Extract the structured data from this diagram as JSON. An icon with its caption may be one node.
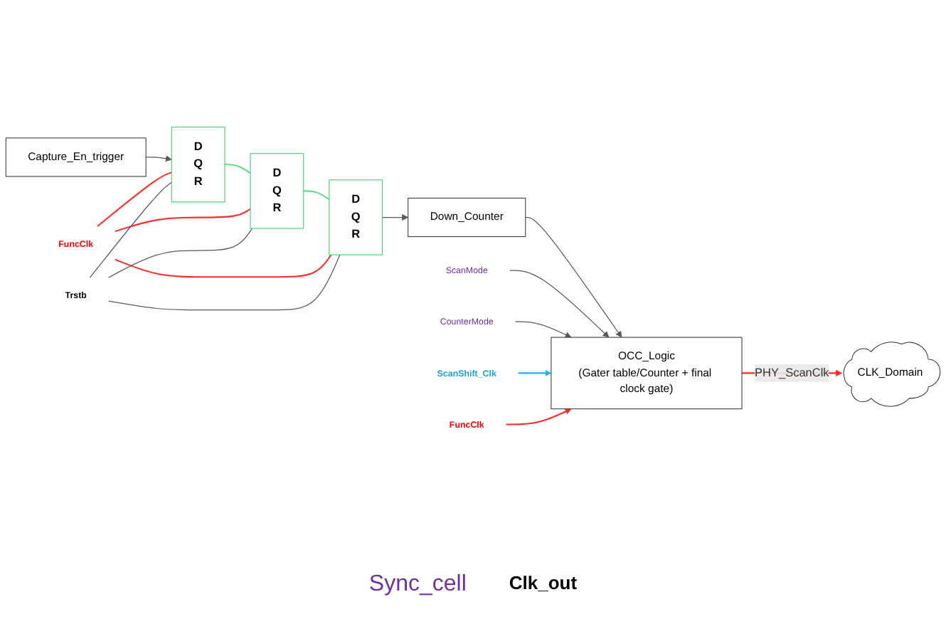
{
  "diagram": {
    "nodes": [
      {
        "text": [
          "Capture_En_trigger"
        ]
      },
      {
        "text": [
          "D",
          "Q",
          "R"
        ]
      },
      {
        "text": [
          "D",
          "Q",
          "R"
        ]
      },
      {
        "text": [
          "D",
          "Q",
          "R"
        ]
      },
      {
        "text": [
          "Down_Counter"
        ]
      },
      {
        "text": [
          "OCC_Logic",
          "(Gater table/Counter + final clock gate)"
        ]
      },
      {
        "text": [
          "CLK_Domain"
        ]
      },
      {
        "text": [
          "ScanMode"
        ]
      },
      {
        "text": [
          "CounterMode"
        ]
      },
      {
        "text": [
          "ScanShift_Clk"
        ]
      },
      {
        "text": [
          "FuncClk"
        ]
      },
      {
        "text": [
          "FuncClk"
        ]
      },
      {
        "text": [
          "Trstb"
        ]
      }
    ],
    "edges": [
      {
        "from": 0,
        "to": 1,
        "arrow": "to"
      },
      {
        "from": 1,
        "to": 2,
        "arrow": "none",
        "color": "#66d98c"
      },
      {
        "from": 2,
        "to": 3,
        "arrow": "none",
        "color": "#66d98c"
      },
      {
        "from": 3,
        "to": 4,
        "arrow": "to"
      },
      {
        "from": 4,
        "to": 5,
        "arrow": "to"
      },
      {
        "from": 7,
        "to": 5,
        "arrow": "to"
      },
      {
        "from": 8,
        "to": 5,
        "arrow": "to"
      },
      {
        "from": 9,
        "to": 5,
        "arrow": "to",
        "color": "#1fb4f0"
      },
      {
        "from": 10,
        "to": 5,
        "arrow": "to",
        "color": "#ff2a2a"
      },
      {
        "from": 5,
        "to": 6,
        "arrow": "to",
        "label": "PHY_ScanClk",
        "color": "#ff2a2a"
      },
      {
        "from": 11,
        "to": 1,
        "arrow": "none",
        "color": "#ff2a2a"
      },
      {
        "from": 11,
        "to": 2,
        "arrow": "none",
        "color": "#ff2a2a"
      },
      {
        "from": 11,
        "to": 3,
        "arrow": "none",
        "color": "#ff2a2a"
      },
      {
        "from": 12,
        "to": 1,
        "arrow": "none"
      },
      {
        "from": 12,
        "to": 2,
        "arrow": "none"
      },
      {
        "from": 12,
        "to": 3,
        "arrow": "none"
      }
    ],
    "labels": [
      "Sync_cell",
      "Clk_out"
    ]
  }
}
